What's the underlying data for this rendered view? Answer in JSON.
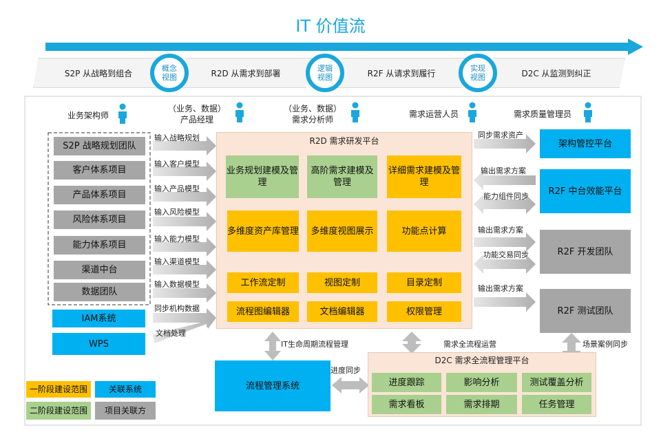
{
  "title": "IT 价值流",
  "stages": [
    "S2P 从战略到组合",
    "R2D 从需求到部署",
    "R2F 从请求到履行",
    "D2C 从监测到纠正"
  ],
  "cycles": [
    {
      "line1": "概念",
      "line2": "视图"
    },
    {
      "line1": "逻辑",
      "line2": "视图"
    },
    {
      "line1": "实现",
      "line2": "视图"
    }
  ],
  "roles": [
    {
      "line1": "业务架构师",
      "line2": ""
    },
    {
      "line1": "（业务、数据）",
      "line2": "产品经理"
    },
    {
      "line1": "（业务、数据）",
      "line2": "需求分析师"
    },
    {
      "line1": "需求运营人员",
      "line2": ""
    },
    {
      "line1": "需求质量管理员",
      "line2": ""
    }
  ],
  "left_gray": [
    "S2P 战略规划团队",
    "客户体系项目",
    "产品体系项目",
    "风险体系项目",
    "能力体系项目",
    "渠道中台",
    "数据团队"
  ],
  "left_blue": [
    "IAM系统",
    "WPS"
  ],
  "input_labels": [
    "输入战略规划",
    "输入客户模型",
    "输入产品模型",
    "输入风险模型",
    "输入能力模型",
    "输入渠道模型",
    "输入数据模型",
    "同步机构数据",
    "文档处理"
  ],
  "r2d": {
    "title": "R2D 需求研发平台",
    "green": [
      "业务规划建模及管理",
      "高阶需求建模及管理"
    ],
    "orange": [
      "详细需求建模及管理",
      "多维度资产库管理",
      "多维度视图展示",
      "功能点计算",
      "工作流定制",
      "视图定制",
      "目录定制",
      "流程图编辑器",
      "文档编辑器",
      "权限管理"
    ]
  },
  "right_boxes": [
    "架构管控平台",
    "R2F 中台效能平台",
    "R2F 开发团队",
    "R2F 测试团队"
  ],
  "right_labels": [
    "同步需求资产",
    "输出需求方案",
    "能力组件同步",
    "输出需求方案",
    "功能交易同步",
    "输出需求方案"
  ],
  "bottom_labels": [
    "IT生命周期流程管理",
    "需求全流程运营",
    "场景案例同步",
    "进度同步"
  ],
  "process_system": "流程管理系统",
  "d2c": {
    "title": "D2C 需求全流程管理平台",
    "items": [
      "进度跟踪",
      "影响分析",
      "测试覆盖分析",
      "需求看板",
      "需求排期",
      "任务管理"
    ]
  },
  "legend": [
    "一阶段建设范围",
    "关联系统",
    "二阶段建设范围",
    "项目关联方"
  ],
  "colors": {
    "accent": "#1aa7dc",
    "gray": "#a6a6a6",
    "blue": "#00b0f0",
    "orange": "#ffc000",
    "green": "#a9d08e",
    "peach": "#fbe5d6"
  }
}
